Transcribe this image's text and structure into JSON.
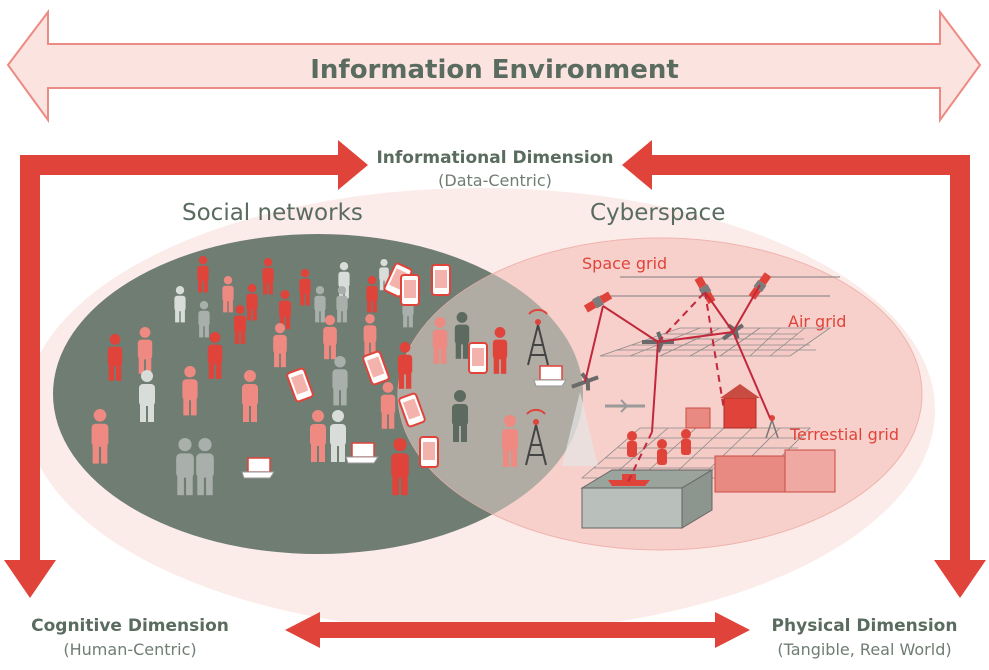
{
  "title": "Information Environment",
  "dimensions": {
    "informational": {
      "name": "Informational Dimension",
      "sub": "(Data-Centric)"
    },
    "cognitive": {
      "name": "Cognitive Dimension",
      "sub": "(Human-Centric)"
    },
    "physical": {
      "name": "Physical Dimension",
      "sub": "(Tangible, Real World)"
    }
  },
  "regions": {
    "social": "Social networks",
    "cyber": "Cyberspace"
  },
  "grids": {
    "space": "Space grid",
    "air": "Air grid",
    "terrestrial": "Terrestial grid"
  },
  "colors": {
    "accent_red": "#e0433a",
    "dark_green_gray": "#6f7d72",
    "pale_pink": "#f7d4d0",
    "text_green": "#5a6b5f"
  }
}
